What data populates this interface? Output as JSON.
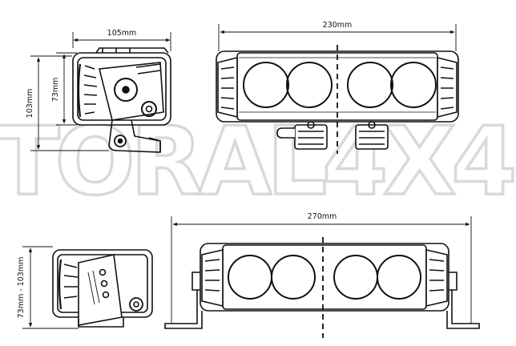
{
  "watermark": "TORAL4X4",
  "dimensions": {
    "top_side_width": "105mm",
    "top_side_height_outer": "103mm",
    "top_side_height_inner": "73mm",
    "top_front_width": "230mm",
    "bottom_front_width": "270mm",
    "bottom_side_height": "73mm - 103mm"
  },
  "colors": {
    "line": "#111111",
    "watermark": "#d9d9d9"
  }
}
